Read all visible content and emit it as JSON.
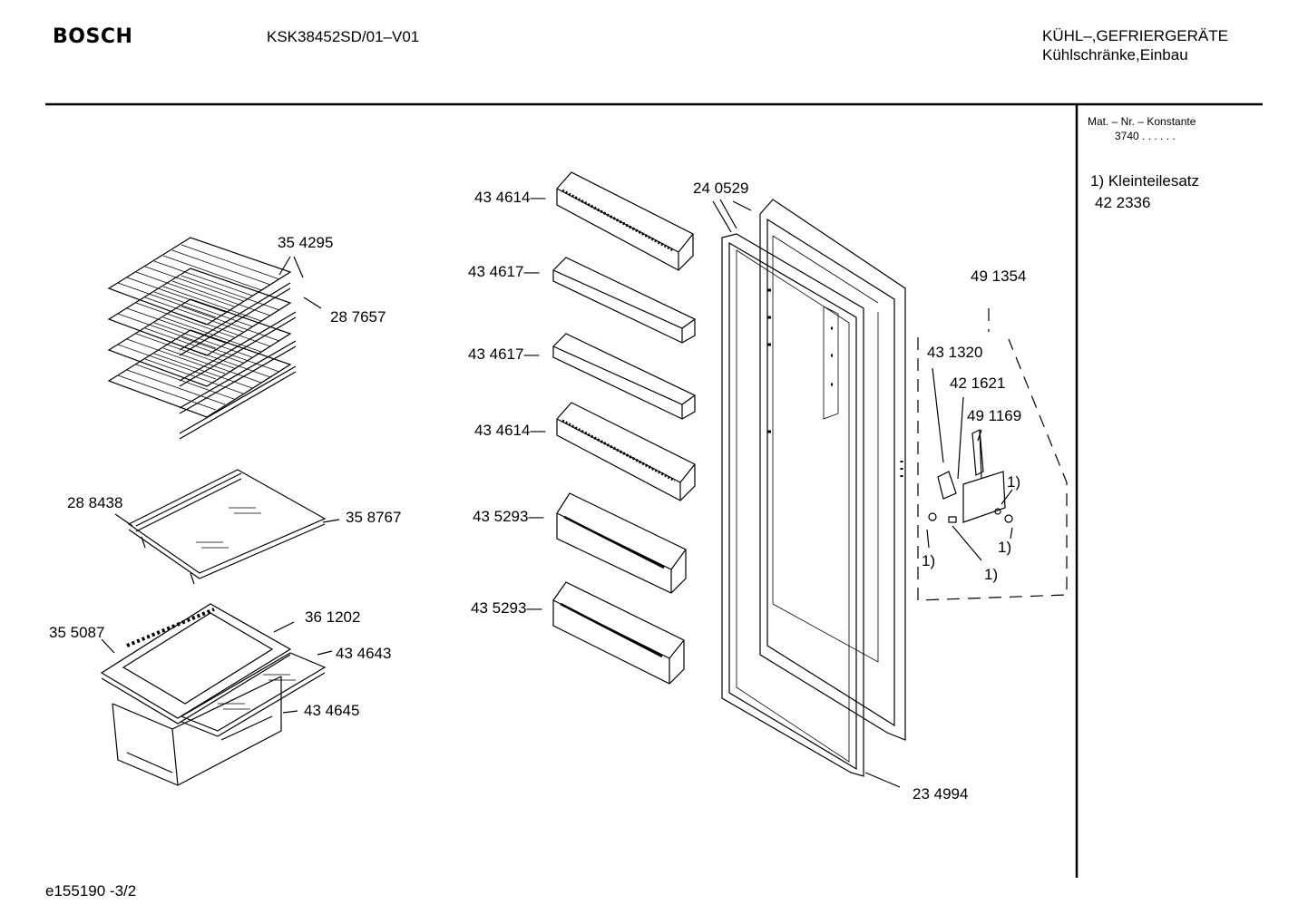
{
  "header": {
    "brand": "BOSCH",
    "model": "KSK38452SD/01–V01",
    "category": "KÜHL–,GEFRIERGERÄTE",
    "subcategory": "Kühlschränke,Einbau"
  },
  "sidebar": {
    "mat_line1": "Mat. – Nr. – Konstante",
    "mat_line2": "3740   .   .   .   .   .   .",
    "note_title": "1) Kleinteilesatz",
    "note_value": "42 2336"
  },
  "footer": {
    "doc_id": "e155190 -3/2"
  },
  "parts": {
    "p354295": "35 4295",
    "p287657": "28 7657",
    "p288438": "28 8438",
    "p358767": "35 8767",
    "p355087": "35 5087",
    "p361202": "36 1202",
    "p434643": "43 4643",
    "p434645": "43 4645",
    "p434614a": "43 4614—",
    "p434617a": "43 4617—",
    "p434617b": "43 4617—",
    "p434614b": "43 4614—",
    "p435293a": "43 5293—",
    "p435293b": "43 5293—",
    "p240529": "24 0529",
    "p234994": "23 4994",
    "p491354": "49 1354",
    "p431320": "43 1320",
    "p421621": "42 1621",
    "p491169": "49 1169",
    "n1a": "1)",
    "n1b": "1)",
    "n1c": "1)",
    "n1d": "1)"
  }
}
